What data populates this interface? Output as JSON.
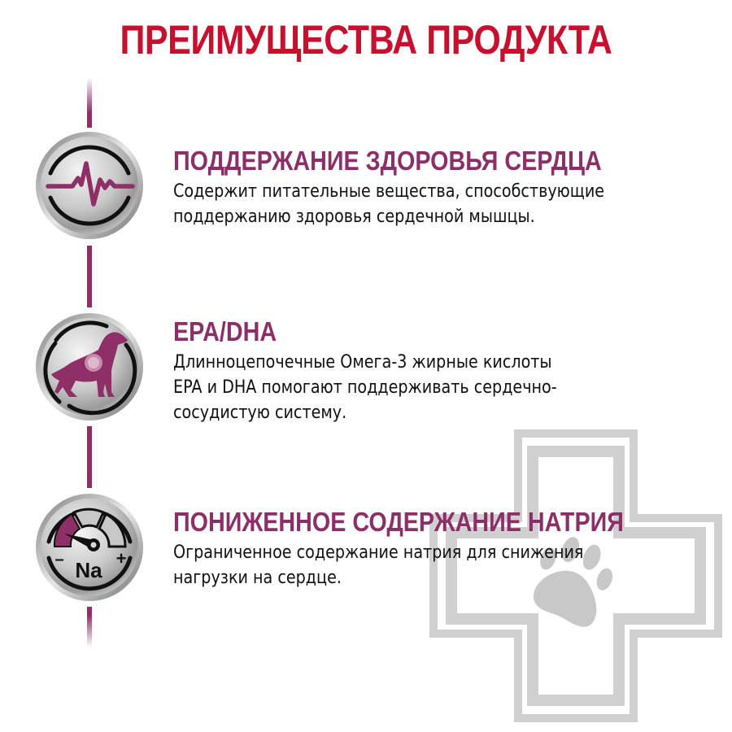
{
  "header": {
    "title": "ПРЕИМУЩЕСТВА ПРОДУКТА"
  },
  "colors": {
    "title_red": "#c8102e",
    "accent_purple": "#8c2f69",
    "text_dark": "#111111",
    "watermark_gray": "#d0d0d0"
  },
  "features": [
    {
      "icon": "heartbeat-icon",
      "title": "ПОДДЕРЖАНИЕ ЗДОРОВЬЯ СЕРДЦА",
      "lines": [
        "Содержит питательные вещества, способствующие",
        "поддержанию здоровья сердечной мышцы."
      ]
    },
    {
      "icon": "dog-heart-icon",
      "title": "EPA/DHA",
      "lines": [
        "Длинноцепочечные Омега-3 жирные кислоты",
        "EPA и DHA помогают поддерживать сердечно-",
        "сосудистую систему."
      ]
    },
    {
      "icon": "sodium-gauge-icon",
      "title": "ПОНИЖЕННОЕ СОДЕРЖАНИЕ НАТРИЯ",
      "lines": [
        "Ограниченное содержание натрия для снижения",
        "нагрузки на сердце."
      ]
    }
  ],
  "gauge": {
    "minus": "–",
    "plus": "+",
    "label": "Na"
  },
  "watermark": {
    "icon": "vet-cross-paw-icon"
  }
}
